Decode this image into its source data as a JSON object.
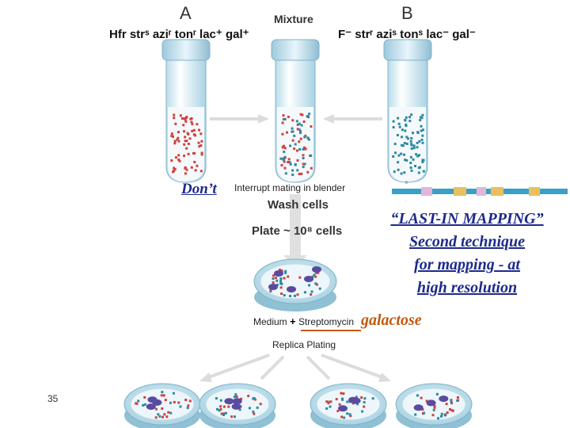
{
  "tubes": {
    "a_label": "A",
    "b_label": "B",
    "mixture_label": "Mixture",
    "a_genotype": "Hfr strˢ aziʳ tonʳ lac⁺ gal⁺",
    "b_genotype": "F⁻ strʳ aziˢ tonˢ lac⁻ gal⁻"
  },
  "steps": {
    "interrupt": "Interrupt mating in blender",
    "wash": "Wash cells",
    "plate": "Plate ~ 10⁸ cells",
    "medium_prefix": "Medium",
    "plus": "+",
    "antibiotic": "Streptomycin",
    "replica": "Replica Plating"
  },
  "overlay": {
    "dont": "Don’t",
    "galactose": "galactose",
    "mapping_title": "“LAST-IN MAPPING”",
    "mapping_line2": "Second technique",
    "mapping_line3": "for mapping  - at",
    "mapping_line4": "high resolution"
  },
  "slide_number": "35",
  "colors": {
    "overlay_text": "#1d2a8a",
    "orange_text": "#c35a10",
    "tube_liquid": "#e6f3f8",
    "red_cell": "#d0413f",
    "teal_cell": "#2a8aa0",
    "purple_colony": "#5a4aa0"
  }
}
